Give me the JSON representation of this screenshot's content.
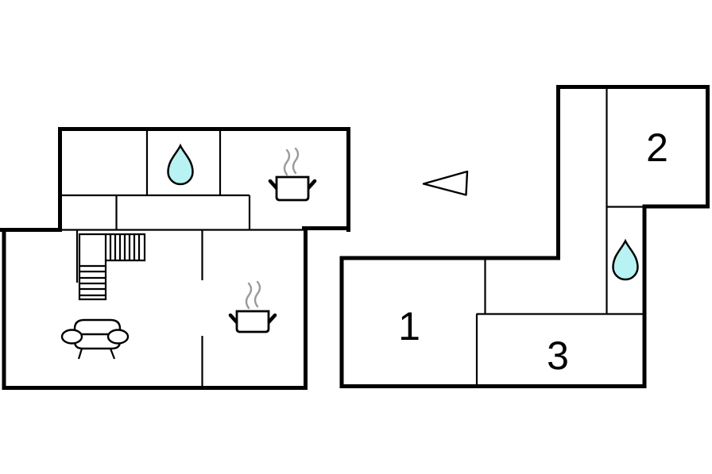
{
  "floor_plan": {
    "room_labels": {
      "room1": "1",
      "room2": "2",
      "room3": "3"
    },
    "colors": {
      "wall": "#000000",
      "background": "#ffffff",
      "water_drop_fill": "#b8f2f2",
      "steam": "#9a9a9a"
    },
    "icons": [
      "water-drop-icon",
      "cooking-pot-icon",
      "sofa-icon",
      "stairs-icon",
      "direction-arrow-icon"
    ]
  }
}
